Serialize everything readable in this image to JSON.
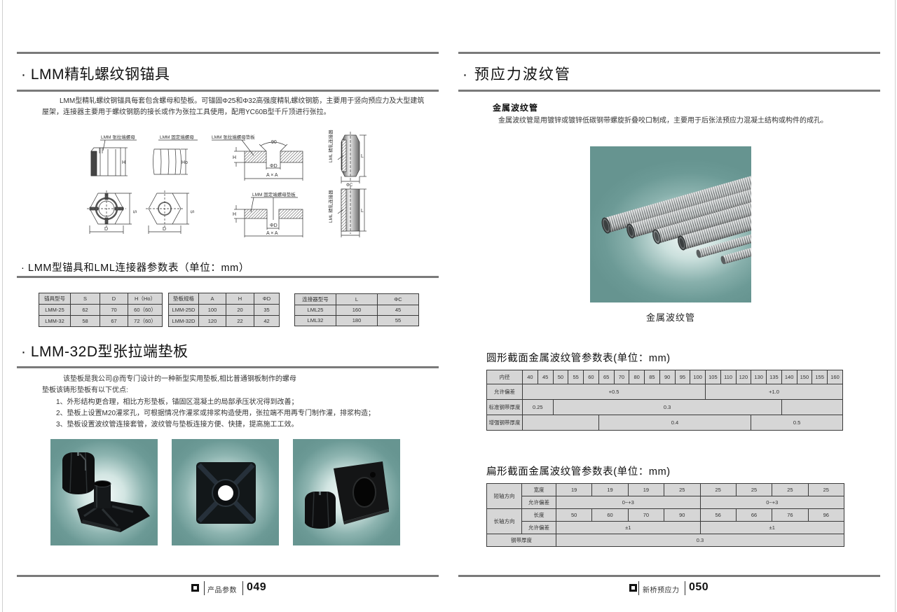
{
  "colors": {
    "rule": "#7a7a7a",
    "table_fill": "#d6d6d6",
    "table_border": "#3a3a3a",
    "photo_teal": "#6a9894"
  },
  "left_page": {
    "section1": {
      "title": "· LMM精轧螺纹钢锚具",
      "intro_lines": [
        "LMM型精轧螺纹钢锚具每套包含螺母和垫板。可锚固Φ25和Φ32高强度精轧螺纹钢筋，主要用于竖向预应力及大型建筑",
        "屋架，连接器主要用于螺纹钢筋的接长或作为张拉工具使用，配用YC60B型千斤顶进行张拉。"
      ],
      "diagram": {
        "tension_nut_label": "LMM 张拉端螺母",
        "fixed_nut_label": "LMM 固定端螺母",
        "tension_plate_label": "LMM 张拉端螺母垫板",
        "fixed_plate_label": "LMM 固定端螺母垫板",
        "connector_label": "LML 精轧连接器",
        "dim_h": "H",
        "dim_h0": "Ho",
        "dim_s": "S",
        "dim_d": "D",
        "dim_angle": "90",
        "dim_phi_d": "ΦD",
        "dim_axa": "A × A",
        "dim_l": "L",
        "dim_phi_c": "ΦC"
      }
    },
    "params": {
      "title": "· LMM型锚具和LML连接器参数表（单位：mm）",
      "anchor_table": {
        "headers": [
          "锚具型号",
          "S",
          "D",
          "H（Ho）"
        ],
        "rows": [
          [
            "LMM-25",
            "62",
            "70",
            "60（60）"
          ],
          [
            "LMM-32",
            "58",
            "67",
            "72（60）"
          ]
        ]
      },
      "plate_table": {
        "headers": [
          "垫板规格",
          "A",
          "H",
          "ΦD"
        ],
        "rows": [
          [
            "LMM-25D",
            "100",
            "20",
            "35"
          ],
          [
            "LMM-32D",
            "120",
            "22",
            "42"
          ]
        ]
      },
      "connector_table": {
        "headers": [
          "连接器型号",
          "L",
          "ΦC"
        ],
        "rows": [
          [
            "LML25",
            "160",
            "45"
          ],
          [
            "LML32",
            "180",
            "55"
          ]
        ]
      }
    },
    "section2": {
      "title": "· LMM-32D型张拉端垫板",
      "lines": [
        "该垫板是我公司@而专门设计的一种新型实用垫板,相比普通钢板制作的螺母",
        "垫板该铸形垫板有以下优点:",
        "1、外形结构更合理，相比方形垫板，锚固区混凝土的局部承压状况得到改善；",
        "2、垫板上设置M20灌浆孔，可根据情况作灌浆或排浆构造使用，张拉端不用再专门制作灌，排浆构造；",
        "3、垫板设置波纹管连接套管，波纹管与垫板连接方便、快捷，提高施工工效。"
      ]
    },
    "footer": {
      "icon": "square-icon",
      "label": "产品参数",
      "page": "049"
    }
  },
  "right_page": {
    "title": "· 预应力波纹管",
    "subtitle": "金属波纹管",
    "description": "金属波纹管是用镀锌或镀锌低碳钢带螺旋折叠咬口制成，主要用于后张法预应力混凝土结构或构件的成孔。",
    "photo_caption": "金属波纹管",
    "round_table": {
      "title": "圆形截面金属波纹管参数表(单位：mm)",
      "row_labels": [
        "内径",
        "允许偏差",
        "标准钢带厚度",
        "增强钢带厚度"
      ],
      "inner_diameters": [
        "40",
        "45",
        "50",
        "55",
        "60",
        "65",
        "70",
        "80",
        "85",
        "90",
        "95",
        "100",
        "105",
        "110",
        "120",
        "130",
        "135",
        "140",
        "150",
        "155",
        "160"
      ],
      "tolerance": [
        {
          "value": "+0.5",
          "span": "12"
        },
        {
          "value": "+1.0",
          "span": "9"
        }
      ],
      "standard_thickness": [
        {
          "value": "0.25",
          "span": "2"
        },
        {
          "value": "0.3",
          "span": "15"
        },
        {
          "value": "",
          "span": "4"
        }
      ],
      "reinforced_thickness": [
        {
          "value": "",
          "span": "5"
        },
        {
          "value": "0.4",
          "span": "10"
        },
        {
          "value": "0.5",
          "span": "6"
        }
      ]
    },
    "flat_table": {
      "title": "扁形截面金属波纹管参数表(单位：mm)",
      "short_axis": {
        "label": "短轴方向",
        "width_label": "宽度",
        "widths": [
          "19",
          "19",
          "19",
          "25",
          "25",
          "25",
          "25",
          "25"
        ],
        "tolerance_label": "允许偏差",
        "tolerances": [
          "0~+3",
          "0~+3"
        ]
      },
      "long_axis": {
        "label": "长轴方向",
        "length_label": "长度",
        "lengths": [
          "50",
          "60",
          "70",
          "90",
          "56",
          "66",
          "76",
          "96"
        ],
        "tolerance_label": "允许偏差",
        "tolerances": [
          "±1",
          "±1"
        ]
      },
      "strip_thickness": {
        "label": "钢带厚度",
        "value": "0.3"
      }
    },
    "footer": {
      "icon": "square-icon",
      "label": "新桥预应力",
      "page": "050"
    }
  }
}
